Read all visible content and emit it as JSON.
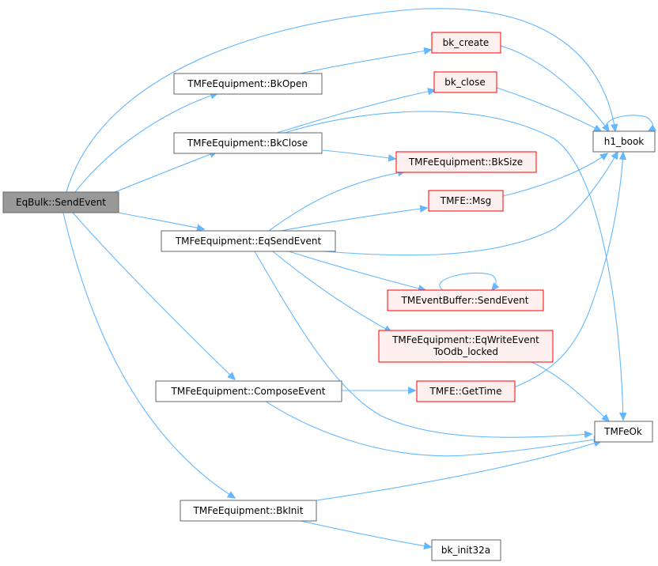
{
  "nodes": {
    "eqbulk_sendevent": {
      "label": "EqBulk::SendEvent",
      "style": "root"
    },
    "bkopen": {
      "label": "TMFeEquipment::BkOpen",
      "style": "normal"
    },
    "bkclose": {
      "label": "TMFeEquipment::BkClose",
      "style": "normal"
    },
    "eqsendevent": {
      "label": "TMFeEquipment::EqSendEvent",
      "style": "normal"
    },
    "composeevent": {
      "label": "TMFeEquipment::ComposeEvent",
      "style": "normal"
    },
    "bkinit": {
      "label": "TMFeEquipment::BkInit",
      "style": "normal"
    },
    "bk_create": {
      "label": "bk_create",
      "style": "red"
    },
    "bk_close": {
      "label": "bk_close",
      "style": "red"
    },
    "bksize": {
      "label": "TMFeEquipment::BkSize",
      "style": "red"
    },
    "msg": {
      "label": "TMFE::Msg",
      "style": "red"
    },
    "buf_sendevent": {
      "label": "TMEventBuffer::SendEvent",
      "style": "red"
    },
    "eqwrite": {
      "label_line1": "TMFeEquipment::EqWriteEvent",
      "label_line2": "ToOdb_locked",
      "style": "red"
    },
    "gettime": {
      "label": "TMFE::GetTime",
      "style": "red"
    },
    "h1_book": {
      "label": "h1_book",
      "style": "normal"
    },
    "tmfeok": {
      "label": "TMFeOk",
      "style": "normal"
    },
    "bk_init32a": {
      "label": "bk_init32a",
      "style": "normal"
    }
  },
  "edges": [
    [
      "eqbulk_sendevent",
      "bkopen"
    ],
    [
      "eqbulk_sendevent",
      "bkclose"
    ],
    [
      "eqbulk_sendevent",
      "eqsendevent"
    ],
    [
      "eqbulk_sendevent",
      "composeevent"
    ],
    [
      "eqbulk_sendevent",
      "bkinit"
    ],
    [
      "eqbulk_sendevent",
      "h1_book"
    ],
    [
      "bkopen",
      "bk_create"
    ],
    [
      "bkclose",
      "bk_close"
    ],
    [
      "bkclose",
      "bksize"
    ],
    [
      "bkclose",
      "tmfeok"
    ],
    [
      "eqsendevent",
      "bksize"
    ],
    [
      "eqsendevent",
      "msg"
    ],
    [
      "eqsendevent",
      "h1_book"
    ],
    [
      "eqsendevent",
      "buf_sendevent"
    ],
    [
      "eqsendevent",
      "eqwrite"
    ],
    [
      "eqsendevent",
      "tmfeok"
    ],
    [
      "composeevent",
      "gettime"
    ],
    [
      "composeevent",
      "tmfeok"
    ],
    [
      "bkinit",
      "tmfeok"
    ],
    [
      "bkinit",
      "bk_init32a"
    ],
    [
      "bk_create",
      "h1_book"
    ],
    [
      "bk_close",
      "h1_book"
    ],
    [
      "msg",
      "h1_book"
    ],
    [
      "gettime",
      "h1_book"
    ],
    [
      "eqwrite",
      "tmfeok"
    ],
    [
      "h1_book",
      "h1_book"
    ],
    [
      "buf_sendevent",
      "buf_sendevent"
    ]
  ],
  "colors": {
    "edge": "#63b8ff",
    "root_fill": "#999999",
    "root_border": "#666666",
    "normal_fill": "#ffffff",
    "normal_border": "#666666",
    "red_fill": "#fff0f0",
    "red_border": "#ff0000"
  }
}
